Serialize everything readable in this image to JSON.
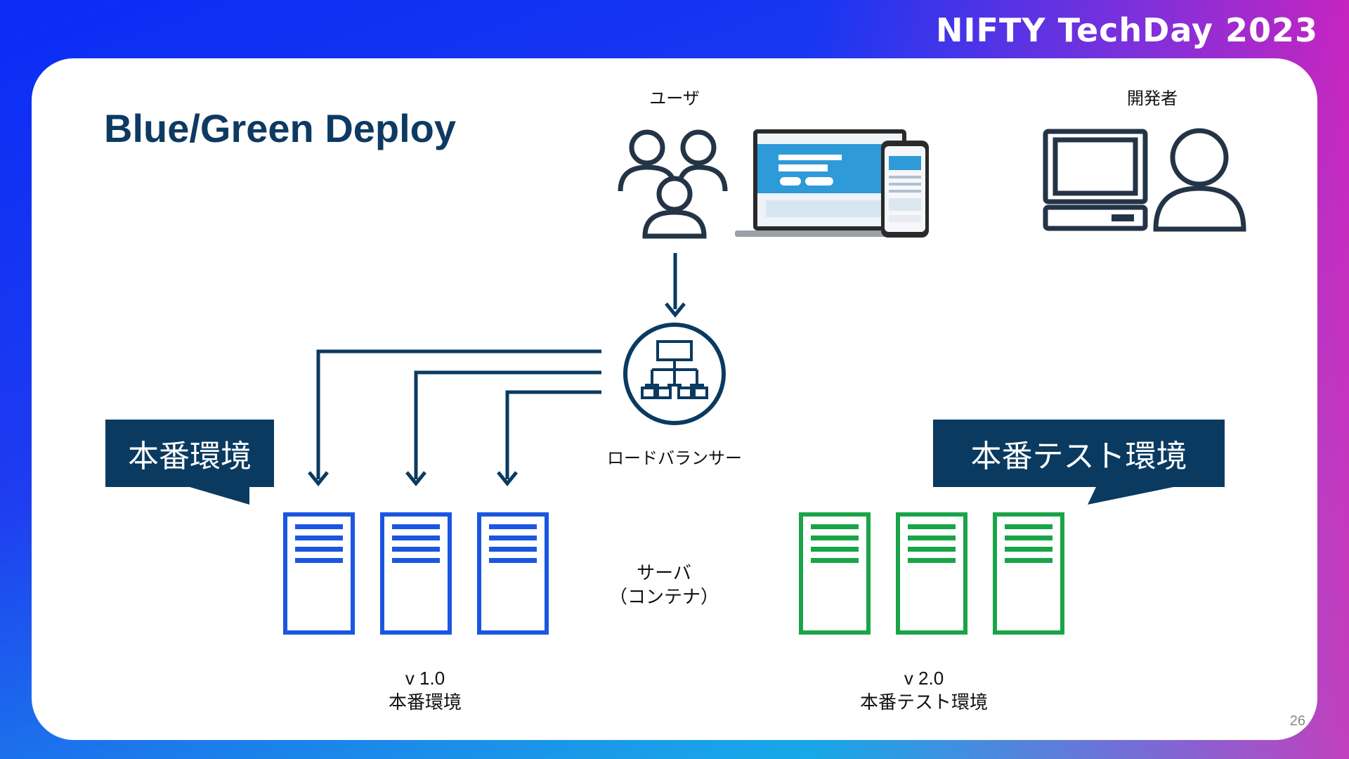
{
  "header": {
    "brand": "NIFTY TechDay 2023"
  },
  "slide": {
    "title": "Blue/Green Deploy",
    "page_number": "26",
    "user_label": "ユーザ",
    "developer_label": "開発者",
    "load_balancer_label": "ロードバランサー",
    "server_label_line1": "サーバ",
    "server_label_line2": "（コンテナ）",
    "prod_tag": "本番環境",
    "test_tag": "本番テスト環境",
    "blue_caption_version": "v 1.0",
    "blue_caption_env": "本番環境",
    "green_caption_version": "v 2.0",
    "green_caption_env": "本番テスト環境"
  },
  "colors": {
    "blue_server": "#1a56e0",
    "green_server": "#1aa448",
    "dark_navy": "#0a3a60"
  }
}
